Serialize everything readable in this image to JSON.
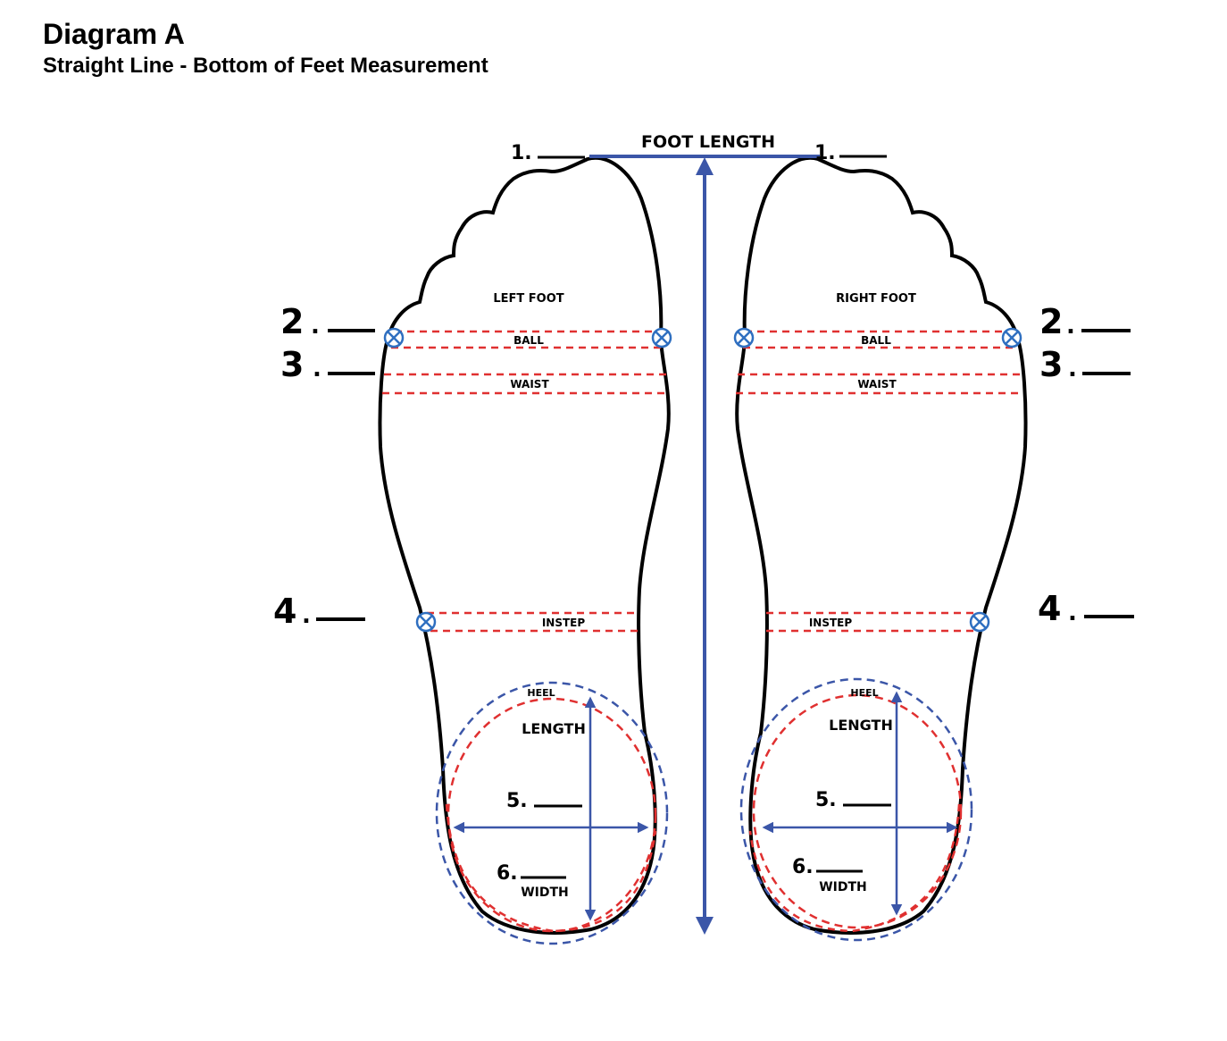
{
  "header": {
    "title": "Diagram A",
    "subtitle": "Straight Line - Bottom of Feet Measurement"
  },
  "diagram": {
    "foot_length_label": "FOOT LENGTH",
    "left_foot": {
      "name": "LEFT FOOT",
      "ball_label": "BALL",
      "waist_label": "WAIST",
      "instep_label": "INSTEP",
      "heel_label": "HEEL",
      "length_label": "LENGTH",
      "width_label": "WIDTH"
    },
    "right_foot": {
      "name": "RIGHT FOOT",
      "ball_label": "BALL",
      "waist_label": "WAIST",
      "instep_label": "INSTEP",
      "heel_label": "HEEL",
      "length_label": "LENGTH",
      "width_label": "WIDTH"
    },
    "markers": {
      "m1": "1.",
      "m2": "2",
      "m3": "3",
      "m4": "4",
      "m5": "5.",
      "m6": "6.",
      "dot": "."
    },
    "colors": {
      "outline": "#000000",
      "measure_blue": "#3b56a8",
      "dash_red": "#e03030",
      "marker_blue": "#2f6fc0"
    }
  }
}
